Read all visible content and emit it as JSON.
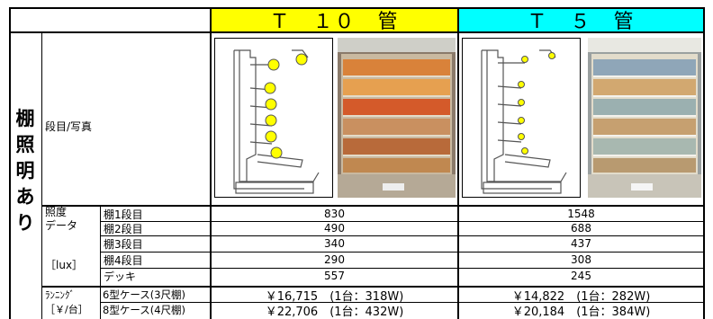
{
  "header": {
    "t10_title": "Ｔ　１０　管",
    "t5_title": "Ｔ　５　管",
    "t10_color": "#ffff00",
    "t5_color": "#00ffff"
  },
  "side": {
    "category_chars": [
      "棚",
      "照",
      "明",
      "あ",
      "り"
    ]
  },
  "rows": {
    "photo_label": "段目/写真",
    "illum_label_1": "照度",
    "illum_label_2": "データ",
    "illum_unit": "［lux］",
    "running_label_1": "ﾗﾝﾆﾝｸﾞ",
    "running_label_2": "［￥/台］"
  },
  "illuminance": [
    {
      "shelf": "棚1段目",
      "t10": "830",
      "t5": "1548"
    },
    {
      "shelf": "棚2段目",
      "t10": "490",
      "t5": "688"
    },
    {
      "shelf": "棚3段目",
      "t10": "340",
      "t5": "437"
    },
    {
      "shelf": "棚4段目",
      "t10": "290",
      "t5": "308"
    },
    {
      "shelf": "デッキ",
      "t10": "557",
      "t5": "245"
    }
  ],
  "running_cost": [
    {
      "case": "6型ケース(3尺棚)",
      "t10": "￥16,715　(1台：318W)",
      "t5": "￥14,822　(1台：282W)"
    },
    {
      "case": "8型ケース(4尺棚)",
      "t10": "￥22,706　(1台：432W)",
      "t5": "￥20,184　(1台：384W)"
    }
  ],
  "diagram": {
    "light_color": "#ffff00"
  }
}
